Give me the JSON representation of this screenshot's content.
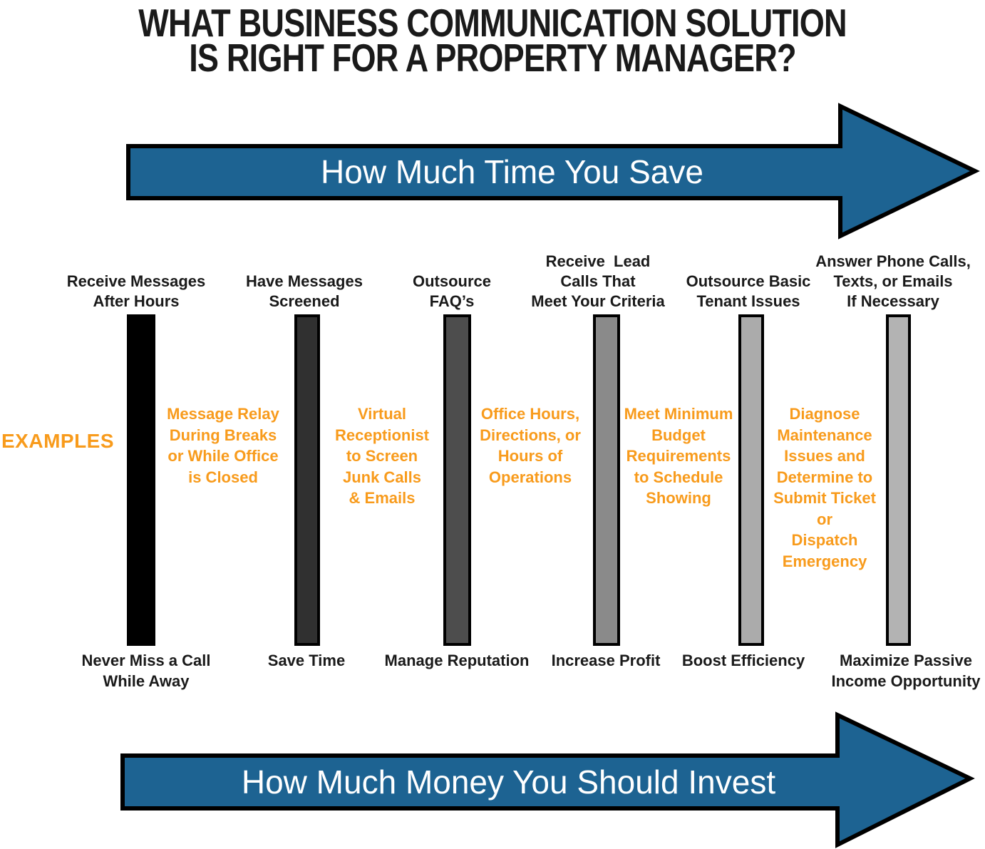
{
  "title": "WHAT BUSINESS COMMUNICATION SOLUTION\nIS RIGHT FOR A PROPERTY MANAGER?",
  "colors": {
    "arrow_blue": "#1d6392",
    "arrow_outline": "#000000",
    "accent_orange": "#f89b1c",
    "text_black": "#1a1a1a"
  },
  "arrows": {
    "top_label": "How Much Time You Save",
    "bottom_label": "How Much Money You Should Invest"
  },
  "examples_heading": "EXAMPLES",
  "columns": [
    {
      "header": "Receive Messages\nAfter Hours",
      "example": "Message Relay\nDuring Breaks\nor While Office\nis Closed",
      "benefit": "Never Miss a Call\nWhile Away",
      "bar_color": "#000000"
    },
    {
      "header": "Have Messages\nScreened",
      "example": "Virtual\nReceptionist\nto Screen\nJunk Calls\n& Emails",
      "benefit": "Save Time",
      "bar_color": "#303030"
    },
    {
      "header": "Outsource\nFAQ’s",
      "example": "Office Hours,\nDirections, or\nHours of\nOperations",
      "benefit": "Manage Reputation",
      "bar_color": "#4d4d4d"
    },
    {
      "header": "Receive  Lead\nCalls That\nMeet Your Criteria",
      "example": "Meet Minimum\nBudget\nRequirements\nto Schedule\nShowing",
      "benefit": "Increase Profit",
      "bar_color": "#8a8a8a"
    },
    {
      "header": "Outsource Basic\nTenant Issues",
      "example": "Diagnose\nMaintenance\nIssues and\nDetermine to\nSubmit Ticket\nor\nDispatch\nEmergency",
      "benefit": "Boost Efficiency",
      "bar_color": "#ababab"
    },
    {
      "header": "Answer Phone Calls,\nTexts, or Emails\nIf Necessary",
      "benefit": "Maximize Passive\nIncome Opportunity",
      "bar_color": "#b3b3b3"
    }
  ]
}
